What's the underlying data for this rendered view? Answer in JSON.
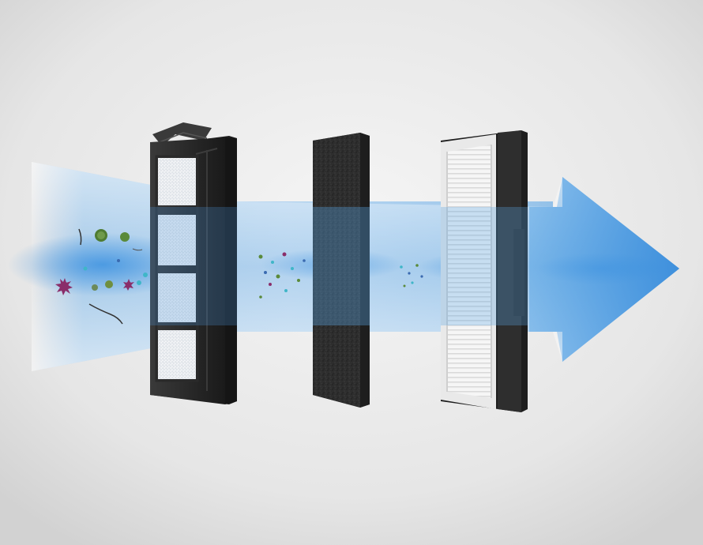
{
  "colors": {
    "background_center": "#f4f4f4",
    "background_edge": "#d7d7d7",
    "airflow_blue": "#4b98e0",
    "airflow_light": "#cfe3f7",
    "frame_dark": "#2c2c2c",
    "frame_mid": "#444444",
    "mesh_white": "#f2f4f6",
    "sponge_dark": "#2f2f2f",
    "hepa_pleat_light": "#f7f7f7",
    "hepa_pleat_shadow": "#d8d8d8",
    "particle_green": "#5a8a3a",
    "particle_purple": "#8a2e6a",
    "particle_cyan": "#3fb6c8"
  },
  "scene": {
    "description_icons": [
      "primary-filter-icon",
      "sponge-filter-icon",
      "hepa-filter-icon",
      "airflow-arrow-icon",
      "particle-icon"
    ],
    "stages": [
      {
        "name": "primary-filter",
        "particles_before": "large-debris"
      },
      {
        "name": "sponge-filter",
        "particles_before": "fine-dust"
      },
      {
        "name": "hepa-filter",
        "particles_before": "micro-particles"
      }
    ]
  }
}
